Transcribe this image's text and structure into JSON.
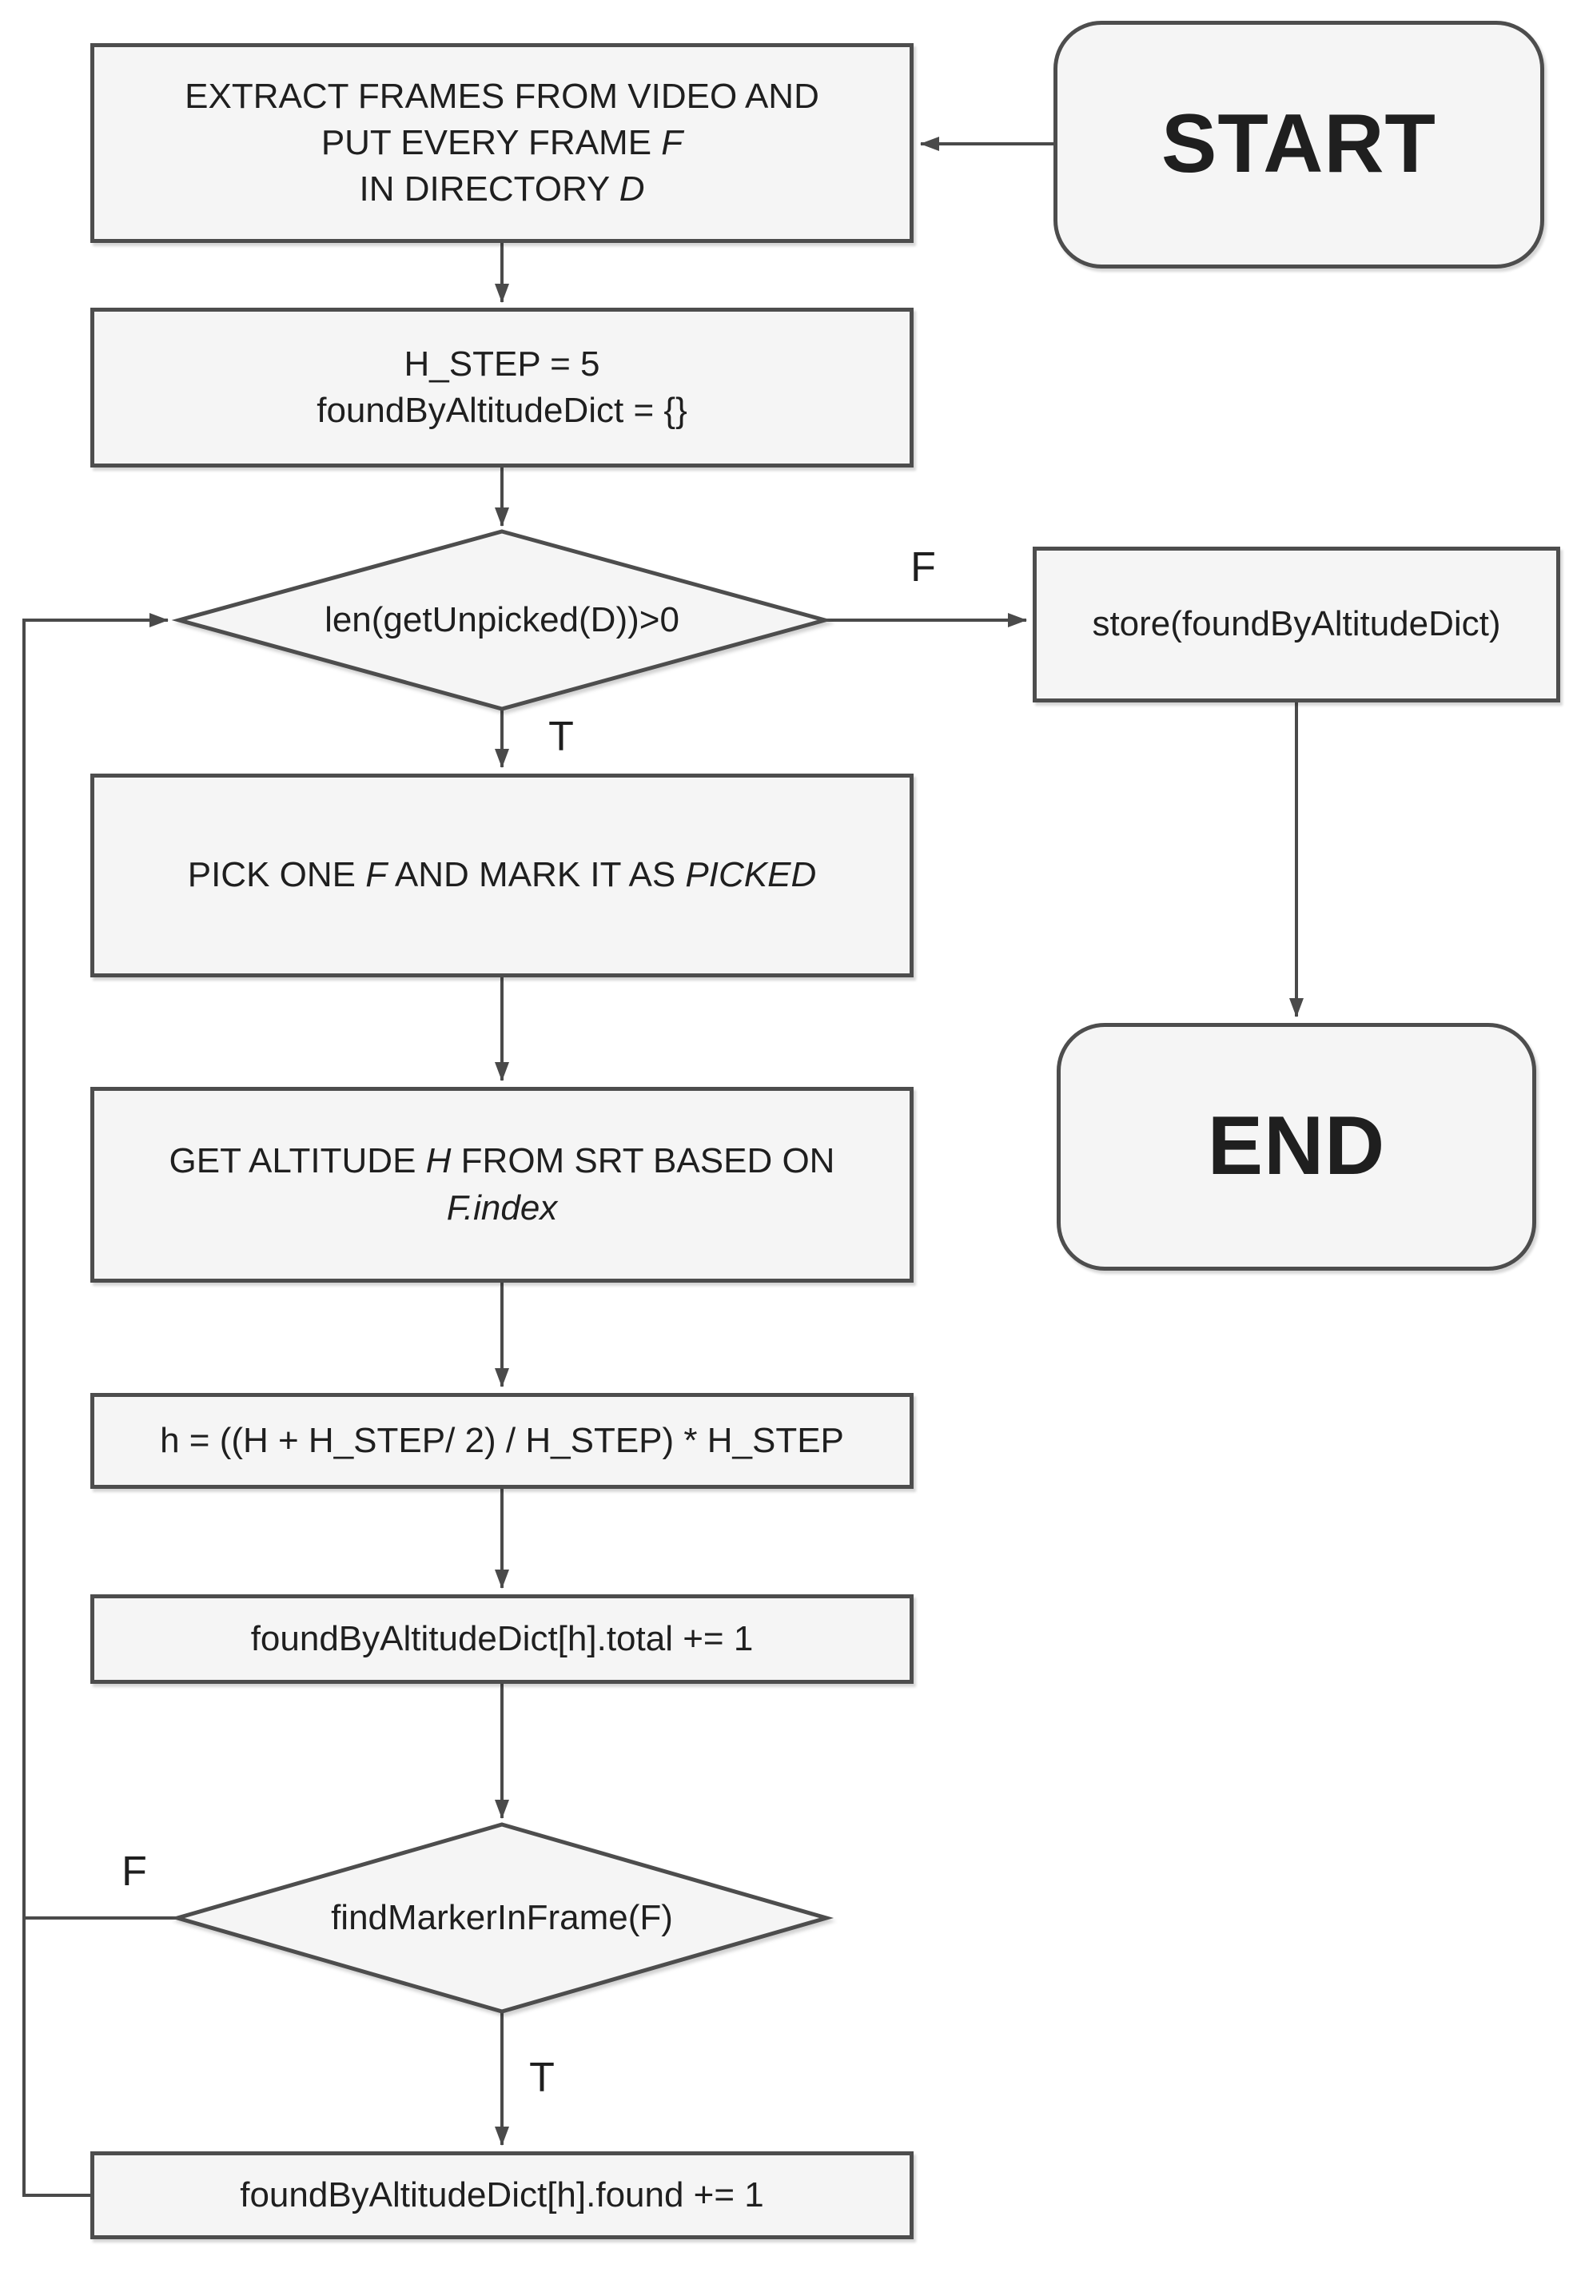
{
  "diagram": {
    "colors": {
      "node_fill": "#f5f5f5",
      "node_stroke": "#4d4d4d",
      "connector": "#4a4a4a",
      "text": "#1f1f1f"
    },
    "nodes": {
      "start": {
        "label": "START"
      },
      "end": {
        "label": "END"
      },
      "extract": {
        "line1": "EXTRACT FRAMES FROM VIDEO AND",
        "line2_text": "PUT EVERY FRAME ",
        "line2_var": "F",
        "line3_text": "IN DIRECTORY ",
        "line3_var": "D"
      },
      "init": {
        "line1": "H_STEP = 5",
        "line2": "foundByAltitudeDict = {}"
      },
      "decision_unpicked": {
        "label": "len(getUnpicked(D))>0"
      },
      "store": {
        "label": "store(foundByAltitudeDict)"
      },
      "pick": {
        "t1": "PICK ONE ",
        "v1": "F",
        "t2": " AND MARK IT AS ",
        "v2": "PICKED"
      },
      "altitude": {
        "l1a": "GET ALTITUDE ",
        "l1v": "H",
        "l1b": " FROM SRT BASED ON",
        "l2v": "F.index"
      },
      "formula": {
        "label": "h = ((H + H_STEP/ 2) / H_STEP) * H_STEP"
      },
      "total": {
        "label": "foundByAltitudeDict[h].total += 1"
      },
      "decision_find": {
        "label": "findMarkerInFrame(F)"
      },
      "found": {
        "label": "foundByAltitudeDict[h].found += 1"
      }
    },
    "edge_labels": {
      "unpicked_false": "F",
      "unpicked_true": "T",
      "find_false": "F",
      "find_true": "T"
    }
  }
}
